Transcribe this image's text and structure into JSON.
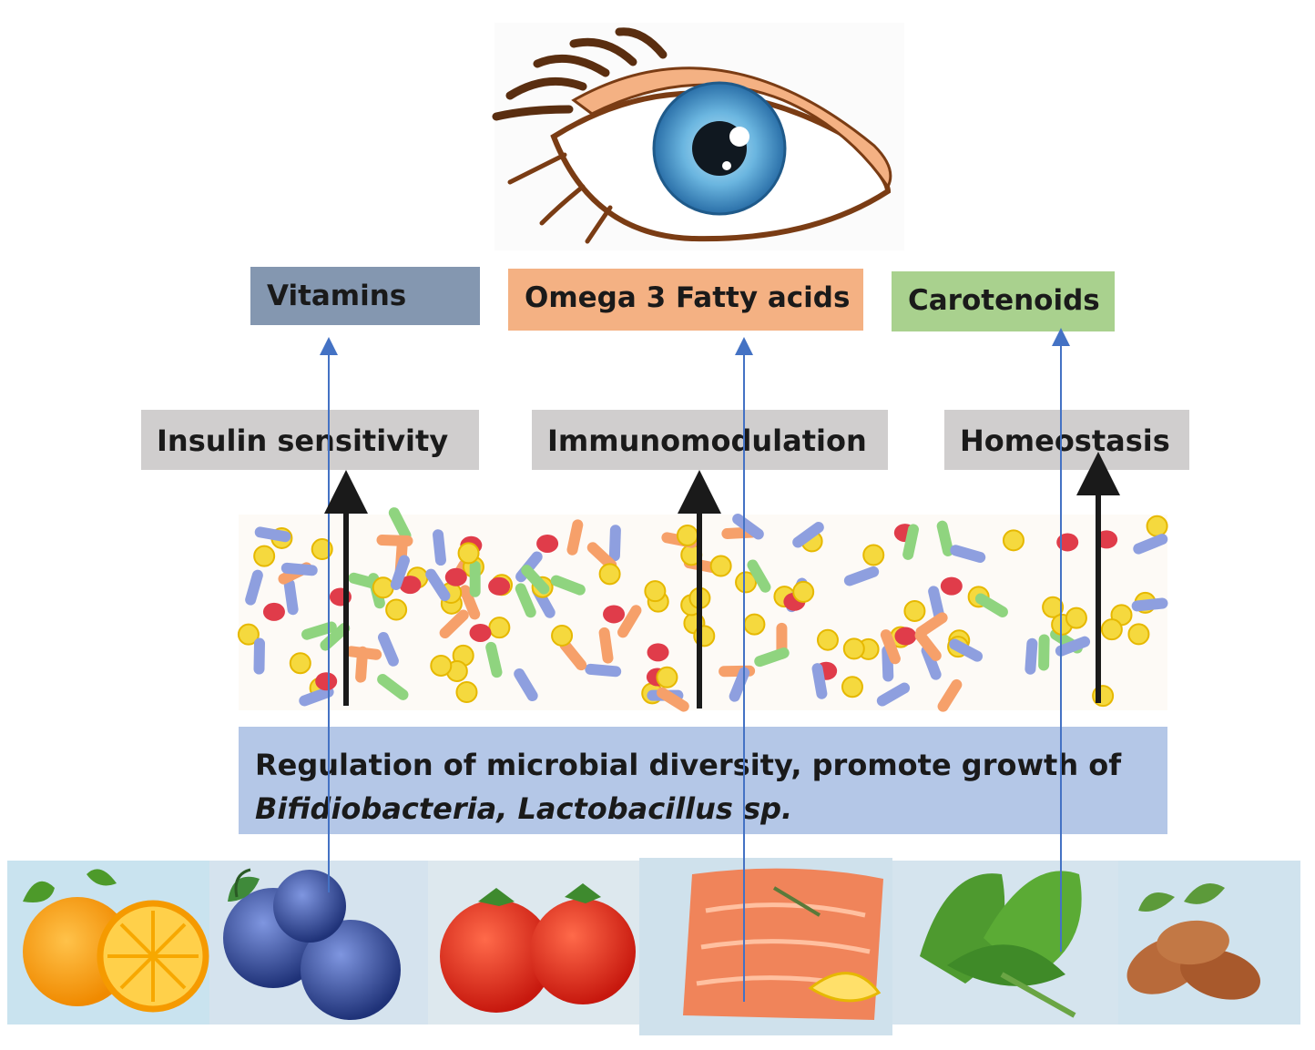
{
  "diagram": {
    "nutrients": [
      {
        "label": "Vitamins",
        "color": "#8497b0"
      },
      {
        "label": "Omega 3 Fatty acids",
        "color": "#f4b183"
      },
      {
        "label": "Carotenoids",
        "color": "#a9d18e"
      }
    ],
    "effects": [
      {
        "label": "Insulin sensitivity",
        "color": "#d0cece"
      },
      {
        "label": "Immunomodulation",
        "color": "#d0cece"
      },
      {
        "label": "Homeostasis",
        "color": "#d0cece"
      }
    ],
    "regulation": {
      "line1": "Regulation of microbial diversity, promote growth of",
      "line2": "Bifidiobacteria, Lactobacillus sp.",
      "color": "#b4c7e7"
    },
    "foods": [
      "orange-icon",
      "blueberries-icon",
      "tomatoes-icon",
      "salmon-icon",
      "spinach-icon",
      "almonds-icon"
    ],
    "illustrations": [
      "eye-icon",
      "gut-microbiota-icon"
    ],
    "colors": {
      "arrow_blue": "#4472c4",
      "arrow_black": "#1a1a1a",
      "microbe_red": "#e03c4a",
      "microbe_yellow": "#f5d93e",
      "microbe_orange": "#f6a06a",
      "microbe_blue": "#8e9fdf",
      "microbe_green": "#8fd47f"
    }
  }
}
